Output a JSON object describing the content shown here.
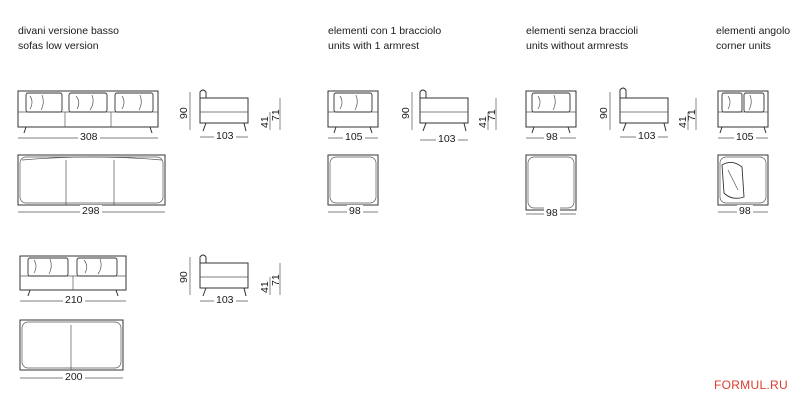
{
  "headers": {
    "low_version_it": "divani versione basso",
    "low_version_en": "sofas low version",
    "one_armrest_it": "elementi con 1 bracciolo",
    "one_armrest_en": "units with 1 armrest",
    "no_armrest_it": "elementi senza braccioli",
    "no_armrest_en": "units without armrests",
    "corner_it": "elementi angolo",
    "corner_en": "corner units"
  },
  "dimensions": {
    "sofa3_width": "308",
    "sofa3_top_width": "298",
    "sofa2_width": "210",
    "sofa2_top_width": "200",
    "side_depth": "103",
    "height": "90",
    "seat_height": "41",
    "arm_height": "71",
    "one_arm_width": "105",
    "one_arm_top_width": "98",
    "no_arm_width": "98",
    "no_arm_top_width": "98",
    "corner_width": "105",
    "corner_top_width": "98"
  },
  "watermark": "FORMUL.RU"
}
